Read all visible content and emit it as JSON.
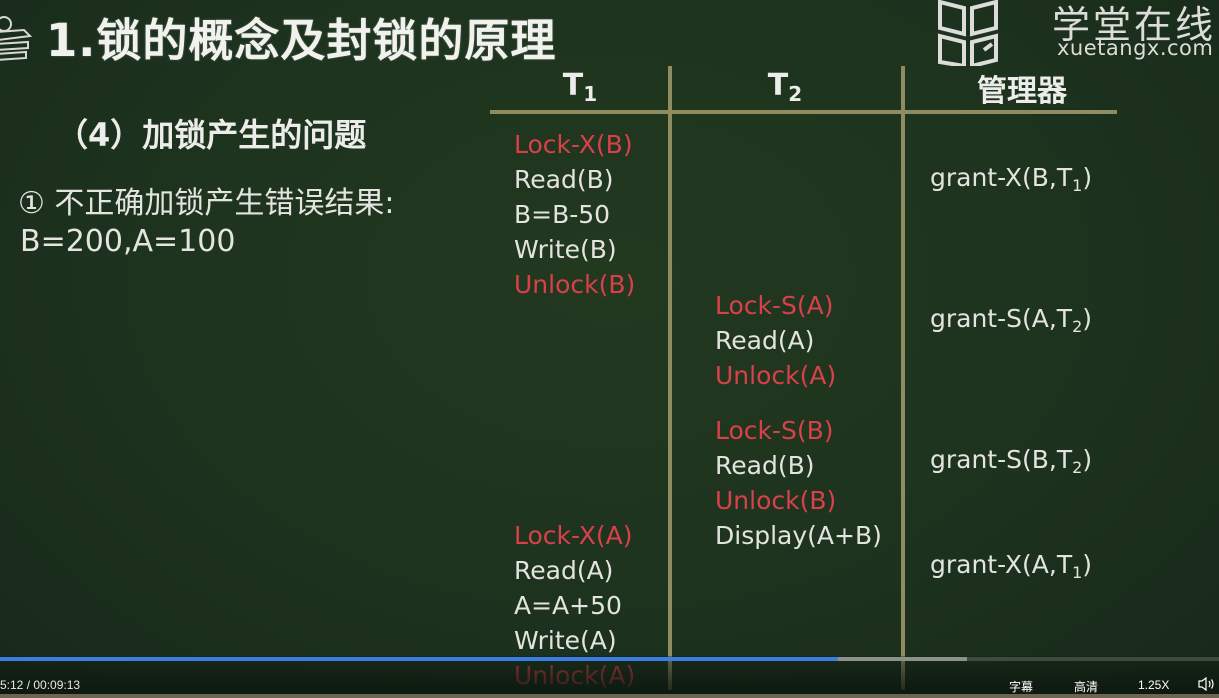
{
  "slide": {
    "title": "1.锁的概念及封锁的原理",
    "subtitle": "（4）加锁产生的问题",
    "point": "① 不正确加锁产生错误结果:",
    "values": "B=200,A=100"
  },
  "logo": {
    "name_cn": "学堂在线",
    "name_en": "xuetangx.com",
    "icon": "xuetangx-logo-icon"
  },
  "table": {
    "headers": {
      "t1": {
        "base": "T",
        "sub": "1"
      },
      "t2": {
        "base": "T",
        "sub": "2"
      },
      "manager": "管理器"
    },
    "t1_ops": [
      {
        "text": "Lock-X(B)",
        "color": "red"
      },
      {
        "text": "Read(B)",
        "color": "white"
      },
      {
        "text": "B=B-50",
        "color": "white"
      },
      {
        "text": "Write(B)",
        "color": "white"
      },
      {
        "text": "Unlock(B)",
        "color": "red"
      },
      {
        "text": "Lock-X(A)",
        "color": "red"
      },
      {
        "text": "Read(A)",
        "color": "white"
      },
      {
        "text": "A=A+50",
        "color": "white"
      },
      {
        "text": "Write(A)",
        "color": "white"
      },
      {
        "text": "Unlock(A)",
        "color": "red"
      }
    ],
    "t2_ops": [
      {
        "text": "Lock-S(A)",
        "color": "red"
      },
      {
        "text": "Read(A)",
        "color": "white"
      },
      {
        "text": "Unlock(A)",
        "color": "red"
      },
      {
        "text": "Lock-S(B)",
        "color": "red"
      },
      {
        "text": "Read(B)",
        "color": "white"
      },
      {
        "text": "Unlock(B)",
        "color": "red"
      },
      {
        "text": "Display(A+B)",
        "color": "white"
      }
    ],
    "manager_ops": [
      {
        "prefix": "grant-X(B,T",
        "sub": "1",
        "suffix": ")"
      },
      {
        "prefix": "grant-S(A,T",
        "sub": "2",
        "suffix": ")"
      },
      {
        "prefix": "grant-S(B,T",
        "sub": "2",
        "suffix": ")"
      },
      {
        "prefix": "grant-X(A,T",
        "sub": "1",
        "suffix": ")"
      }
    ]
  },
  "colors": {
    "board": "#1d3320",
    "red_text": "#d8404a",
    "white_text": "#e3e3df",
    "rule": "#8f8c62",
    "progress_played": "#3b7de0"
  },
  "player": {
    "time": "5:12 / 00:09:13",
    "progress_played_pct": 68.7,
    "progress_buffered_pct": 79.3,
    "subtitles_label": "字幕",
    "quality_label": "高清",
    "speed_label": "1.25X",
    "volume_icon": "speaker-icon"
  }
}
